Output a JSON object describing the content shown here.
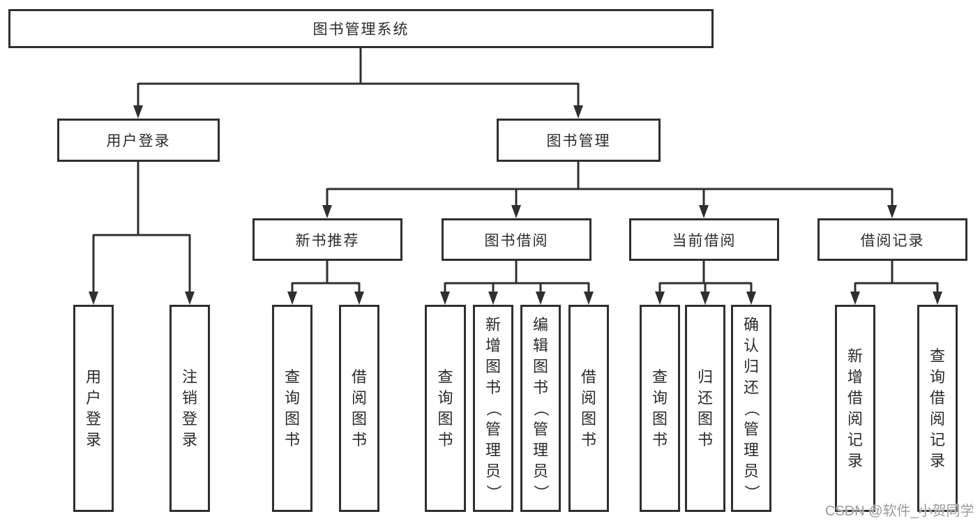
{
  "diagram": {
    "title": "图书管理系统",
    "colors": {
      "line": "#2f2f2f",
      "border": "#2f2f2f",
      "text": "#2b2b2b",
      "background": "#ffffff",
      "watermark_text": "#9b9b9b"
    },
    "nodes": {
      "root": {
        "label": "图书管理系统"
      },
      "user_login": {
        "label": "用户登录"
      },
      "book_mgmt": {
        "label": "图书管理"
      },
      "new_book_rec": {
        "label": "新书推荐"
      },
      "book_borrow": {
        "label": "图书借阅"
      },
      "current_borrow": {
        "label": "当前借阅"
      },
      "borrow_record": {
        "label": "借阅记录"
      },
      "leaf_user_login": {
        "label": "用户登录"
      },
      "leaf_logout": {
        "label": "注销登录"
      },
      "leaf_nbr_query": {
        "label": "查询图书"
      },
      "leaf_nbr_borrow": {
        "label": "借阅图书"
      },
      "leaf_bb_query": {
        "label": "查询图书"
      },
      "leaf_bb_add": {
        "label": "新增图书（管理员）"
      },
      "leaf_bb_edit": {
        "label": "编辑图书（管理员）"
      },
      "leaf_bb_borrow": {
        "label": "借阅图书"
      },
      "leaf_cb_query": {
        "label": "查询图书"
      },
      "leaf_cb_return": {
        "label": "归还图书"
      },
      "leaf_cb_confirm": {
        "label": "确认归还（管理员）"
      },
      "leaf_br_add": {
        "label": "新增借阅记录"
      },
      "leaf_br_query": {
        "label": "查询借阅记录"
      }
    },
    "structure": {
      "root": [
        "user_login",
        "book_mgmt"
      ],
      "user_login": [
        "leaf_user_login",
        "leaf_logout"
      ],
      "book_mgmt": [
        "new_book_rec",
        "book_borrow",
        "current_borrow",
        "borrow_record"
      ],
      "new_book_rec": [
        "leaf_nbr_query",
        "leaf_nbr_borrow"
      ],
      "book_borrow": [
        "leaf_bb_query",
        "leaf_bb_add",
        "leaf_bb_edit",
        "leaf_bb_borrow"
      ],
      "current_borrow": [
        "leaf_cb_query",
        "leaf_cb_return",
        "leaf_cb_confirm"
      ],
      "borrow_record": [
        "leaf_br_add",
        "leaf_br_query"
      ]
    },
    "watermark": "CSDN @软件_小贺同学"
  }
}
